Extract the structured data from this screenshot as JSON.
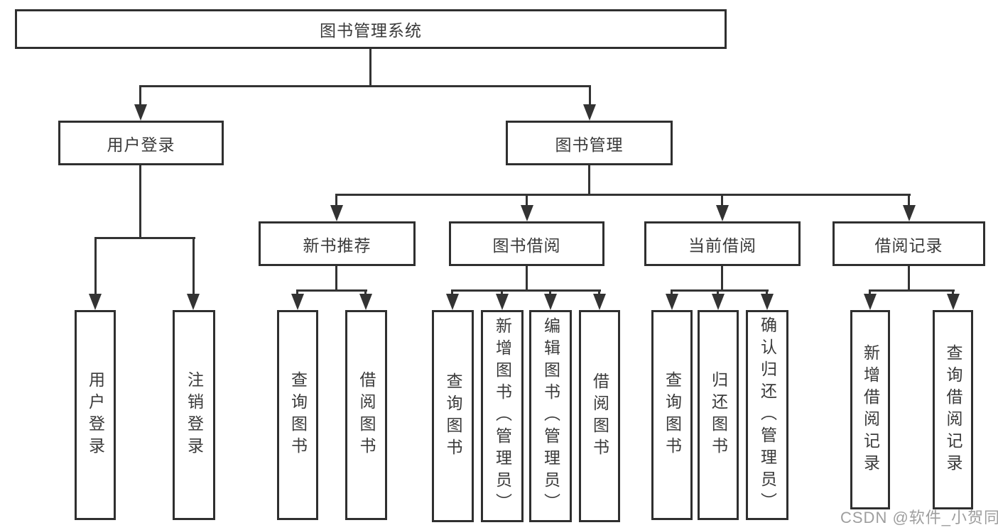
{
  "diagram": {
    "root": {
      "label": "图书管理系统"
    },
    "branches": [
      {
        "label": "用户登录",
        "children": [
          {
            "label": "用户登录"
          },
          {
            "label": "注销登录"
          }
        ]
      },
      {
        "label": "图书管理",
        "children": [
          {
            "label": "新书推荐",
            "children": [
              {
                "label": "查询图书"
              },
              {
                "label": "借阅图书"
              }
            ]
          },
          {
            "label": "图书借阅",
            "children": [
              {
                "label": "查询图书"
              },
              {
                "label": "新增图书（管理员）"
              },
              {
                "label": "编辑图书（管理员）"
              },
              {
                "label": "借阅图书"
              }
            ]
          },
          {
            "label": "当前借阅",
            "children": [
              {
                "label": "查询图书"
              },
              {
                "label": "归还图书"
              },
              {
                "label": "确认归还（管理员）"
              }
            ]
          },
          {
            "label": "借阅记录",
            "children": [
              {
                "label": "新增借阅记录"
              },
              {
                "label": "查询借阅记录"
              }
            ]
          }
        ]
      }
    ]
  },
  "watermark": {
    "text": "CSDN @软件_小贺同学"
  },
  "colors": {
    "line": "#333333",
    "box_border": "#2f2f2f",
    "text": "#3a3a3a",
    "watermark": "#9e9e9e",
    "background": "#ffffff"
  }
}
